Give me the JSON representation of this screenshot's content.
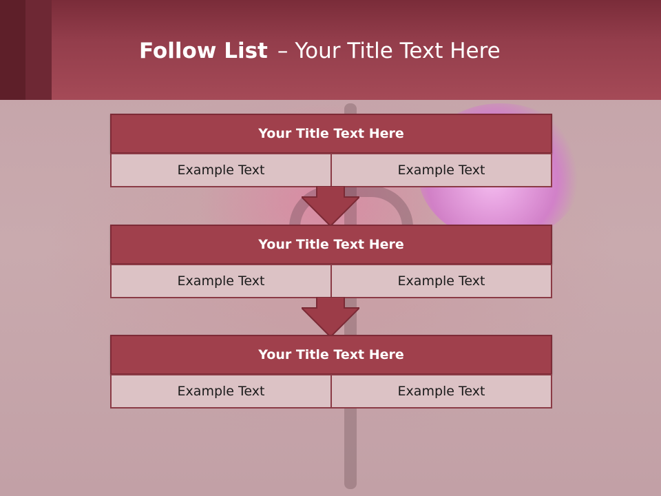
{
  "slide": {
    "title_bold": "Follow List",
    "title_dash": "–",
    "title_rest": "Your Title Text Here"
  },
  "rows": [
    {
      "title": "Your Title Text Here",
      "left": "Example Text",
      "right": "Example Text"
    },
    {
      "title": "Your Title Text Here",
      "left": "Example Text",
      "right": "Example Text"
    },
    {
      "title": "Your Title Text Here",
      "left": "Example Text",
      "right": "Example Text"
    }
  ],
  "colors": {
    "header": "#a54a57",
    "row_title": "#a0404c",
    "cell": "#dcc2c5",
    "arrow": "#9c3c48"
  }
}
